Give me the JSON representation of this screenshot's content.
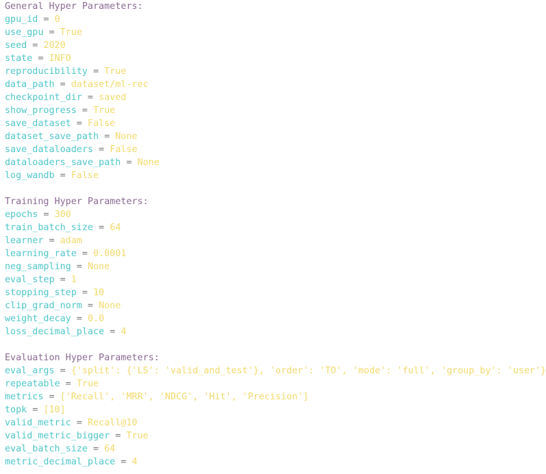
{
  "colors": {
    "heading": "#8a6a93",
    "key": "#4fc6c9",
    "value": "#f2da6c",
    "equals": "#7a7a7a",
    "background": "#ffffff"
  },
  "sections": [
    {
      "heading": "General Hyper Parameters:",
      "rows": [
        {
          "key": "gpu_id",
          "value": "0"
        },
        {
          "key": "use_gpu",
          "value": "True"
        },
        {
          "key": "seed",
          "value": "2020"
        },
        {
          "key": "state",
          "value": "INFO"
        },
        {
          "key": "reproducibility",
          "value": "True"
        },
        {
          "key": "data_path",
          "value": "dataset/ml-rec"
        },
        {
          "key": "checkpoint_dir",
          "value": "saved"
        },
        {
          "key": "show_progress",
          "value": "True"
        },
        {
          "key": "save_dataset",
          "value": "False"
        },
        {
          "key": "dataset_save_path",
          "value": "None"
        },
        {
          "key": "save_dataloaders",
          "value": "False"
        },
        {
          "key": "dataloaders_save_path",
          "value": "None"
        },
        {
          "key": "log_wandb",
          "value": "False"
        }
      ]
    },
    {
      "heading": "Training Hyper Parameters:",
      "rows": [
        {
          "key": "epochs",
          "value": "300"
        },
        {
          "key": "train_batch_size",
          "value": "64"
        },
        {
          "key": "learner",
          "value": "adam"
        },
        {
          "key": "learning_rate",
          "value": "0.0001"
        },
        {
          "key": "neg_sampling",
          "value": "None"
        },
        {
          "key": "eval_step",
          "value": "1"
        },
        {
          "key": "stopping_step",
          "value": "10"
        },
        {
          "key": "clip_grad_norm",
          "value": "None"
        },
        {
          "key": "weight_decay",
          "value": "0.0"
        },
        {
          "key": "loss_decimal_place",
          "value": "4"
        }
      ]
    },
    {
      "heading": "Evaluation Hyper Parameters:",
      "rows": [
        {
          "key": "eval_args",
          "value": "{'split': {'LS': 'valid_and_test'}, 'order': 'TO', 'mode': 'full', 'group_by': 'user'}"
        },
        {
          "key": "repeatable",
          "value": "True"
        },
        {
          "key": "metrics",
          "value": "['Recall', 'MRR', 'NDCG', 'Hit', 'Precision']"
        },
        {
          "key": "topk",
          "value": "[10]"
        },
        {
          "key": "valid_metric",
          "value": "Recall@10"
        },
        {
          "key": "valid_metric_bigger",
          "value": "True"
        },
        {
          "key": "eval_batch_size",
          "value": "64"
        },
        {
          "key": "metric_decimal_place",
          "value": "4"
        }
      ]
    }
  ]
}
